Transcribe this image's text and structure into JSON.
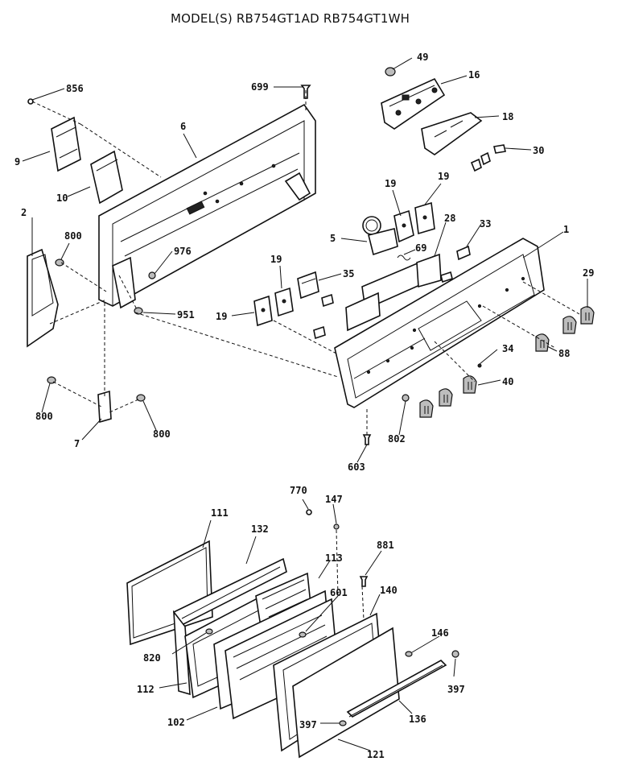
{
  "title": "MODEL(S) RB754GT1AD  RB754GT1WH",
  "labels": {
    "p856": "856",
    "p699": "699",
    "p49": "49",
    "p16": "16",
    "p18": "18",
    "p6": "6",
    "p9": "9",
    "p10": "10",
    "p30": "30",
    "p19a": "19",
    "p19b": "19",
    "p2": "2",
    "p800a": "800",
    "p976": "976",
    "p5": "5",
    "p28": "28",
    "p33": "33",
    "p1": "1",
    "p69": "69",
    "p19c": "19",
    "p35": "35",
    "p29": "29",
    "p951": "951",
    "p19d": "19",
    "p34": "34",
    "p88": "88",
    "p40": "40",
    "p800b": "800",
    "p800c": "800",
    "p7": "7",
    "p802": "802",
    "p603": "603",
    "p770": "770",
    "p147": "147",
    "p111": "111",
    "p132": "132",
    "p881": "881",
    "p113": "113",
    "p140": "140",
    "p601": "601",
    "p820": "820",
    "p146": "146",
    "p112": "112",
    "p397a": "397",
    "p102": "102",
    "p397b": "397",
    "p136": "136",
    "p121": "121"
  }
}
